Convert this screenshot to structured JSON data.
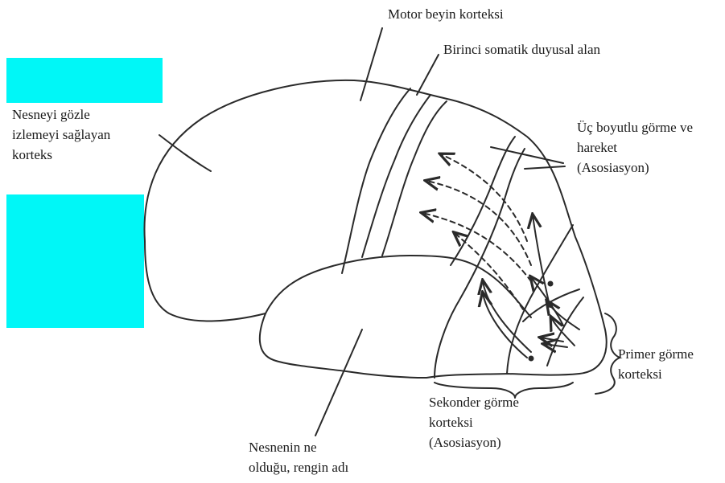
{
  "labels": {
    "motor_cortex": "Motor beyin korteksi",
    "somatic_area": "Birinci somatik duyusal alan",
    "eye_tracking": [
      "Nesneyi gözle",
      "izlemeyi sağlayan",
      "korteks"
    ],
    "three_d_vision": [
      "Üç boyutlu görme ve",
      "hareket",
      "(Asosiasyon)"
    ],
    "primary_visual": [
      "Primer görme",
      "korteksi"
    ],
    "secondary_visual": [
      "Sekonder görme",
      "korteksi",
      "(Asosiasyon)"
    ],
    "object_identity": [
      "Nesnenin ne",
      "olduğu, rengin adı"
    ]
  },
  "colors": {
    "highlight_box": "#00f7f7",
    "outline": "#2a2a2a"
  }
}
